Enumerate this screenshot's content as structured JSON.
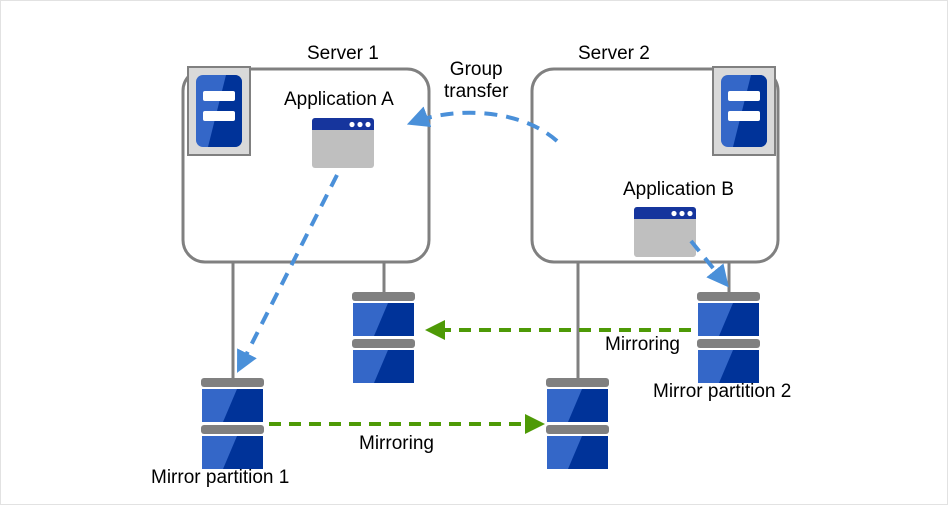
{
  "diagram": {
    "title_present": false,
    "colors": {
      "box_border": "#808080",
      "connector_line": "#808080",
      "disk_blue_light": "#3467C8",
      "disk_blue_dark": "#003399",
      "disk_cap_gray": "#808080",
      "server_icon_bg": "#D9D9D9",
      "app_window_body": "#BFBFBF",
      "app_window_titlebar": "#16359D",
      "arrow_blue": "#4A90D9",
      "arrow_green": "#4E9A06",
      "text": "#000000",
      "frame_border": "#E2E2E2"
    },
    "servers": [
      {
        "id": "server-1",
        "label": "Server 1",
        "application": "Application  A",
        "rack_icon": "server-rack-icon"
      },
      {
        "id": "server-2",
        "label": "Server 2",
        "application": "Application  B",
        "rack_icon": "server-rack-icon"
      }
    ],
    "partitions": [
      {
        "id": "mirror-partition-1",
        "label": "Mirror partition 1"
      },
      {
        "id": "mirror-partition-2",
        "label": "Mirror partition 2"
      }
    ],
    "unlabeled_disks": [
      {
        "id": "disk-server1-right"
      },
      {
        "id": "disk-server2-left"
      }
    ],
    "flows": [
      {
        "id": "group-transfer",
        "label": "Group\ntransfer",
        "label_line1": "Group",
        "label_line2": "transfer",
        "style": "dashed",
        "color": "#4A90D9",
        "from": "server-2",
        "to": "server-1"
      },
      {
        "id": "mirroring-top",
        "label": "Mirroring",
        "style": "dashed",
        "color": "#4E9A06",
        "direction": "right-to-left"
      },
      {
        "id": "mirroring-bottom",
        "label": "Mirroring",
        "style": "dashed",
        "color": "#4E9A06",
        "direction": "left-to-right"
      },
      {
        "id": "app-a-to-partition-1",
        "style": "dashed",
        "color": "#4A90D9",
        "from": "Application  A",
        "to": "Mirror partition 1"
      },
      {
        "id": "app-b-to-partition-2",
        "style": "dashed",
        "color": "#4A90D9",
        "from": "Application  B",
        "to": "Mirror partition 2"
      }
    ]
  }
}
